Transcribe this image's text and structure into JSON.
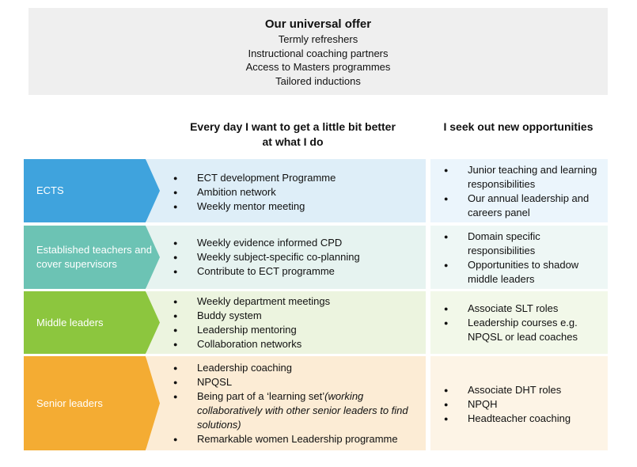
{
  "offer": {
    "title": "Our universal offer",
    "items": [
      "Termly refreshers",
      "Instructional coaching partners",
      "Access to  Masters  programmes",
      "Tailored inductions"
    ]
  },
  "headers": {
    "left_line1": "Every day I want to get a little bit better",
    "left_line2": "at what I do",
    "right": "I seek out new opportunities"
  },
  "rows": [
    {
      "label": "ECTS",
      "color": "#3fa3dd",
      "mid_bg": "#deeef8",
      "right_bg": "#ebf5fc",
      "mid": [
        "ECT development Programme",
        "Ambition network",
        "Weekly  mentor meeting"
      ],
      "right": [
        "Junior teaching and learning responsibilities",
        "Our annual leadership and careers panel"
      ]
    },
    {
      "label": "Established teachers and cover supervisors",
      "color": "#6cc3b4",
      "mid_bg": "#e6f3f0",
      "right_bg": "#eef7f5",
      "mid": [
        "Weekly evidence informed CPD",
        "Weekly subject-specific co-planning",
        "Contribute to ECT programme"
      ],
      "right": [
        "Domain specific responsibilities",
        "Opportunities to shadow middle leaders"
      ]
    },
    {
      "label": "Middle leaders",
      "color": "#8cc63e",
      "mid_bg": "#ecf4df",
      "right_bg": "#f2f8e9",
      "mid": [
        "Weekly department meetings",
        "Buddy system",
        "Leadership mentoring",
        "Collaboration networks"
      ],
      "right": [
        "Associate SLT roles",
        "Leadership courses e.g. NPQSL or lead coaches"
      ]
    },
    {
      "label": "Senior leaders",
      "color": "#f4ac33",
      "mid_bg": "#fcecd5",
      "right_bg": "#fdf4e6",
      "mid": [
        "Leadership coaching",
        "NPQSL",
        "Being part of a ‘learning set’",
        "Remarkable women Leadership programme"
      ],
      "mid_italic": "(working collaboratively with other senior leaders to find solutions)",
      "right": [
        "Associate DHT roles",
        "NPQH",
        "Headteacher coaching"
      ]
    }
  ]
}
